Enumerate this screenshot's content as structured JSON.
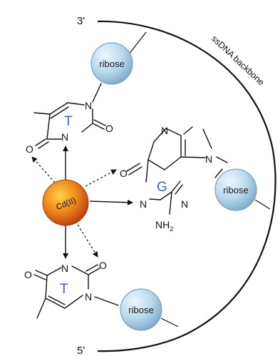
{
  "backbone": {
    "label": "ssDNA backbone",
    "end_top": "3'",
    "end_bottom": "5'"
  },
  "metal": {
    "label": "Cd(II)",
    "colors": {
      "center": "#ffd24a",
      "mid": "#f08a1c",
      "edge": "#b83a12"
    }
  },
  "ribose": {
    "label": "ribose",
    "color": "#b9d9ee"
  },
  "bases": {
    "top_thymine": {
      "letter": "T",
      "atoms": {
        "n1": "N",
        "n3": "N",
        "o2": "O",
        "o4": "O"
      }
    },
    "guanine": {
      "letter": "G",
      "atoms": {
        "n7": "N",
        "n9": "N",
        "n3": "N",
        "n1": "N",
        "o6": "O",
        "nh2": "NH",
        "nh2_sub": "2"
      }
    },
    "bottom_thymine": {
      "letter": "T",
      "atoms": {
        "n3": "N",
        "n1": "N",
        "o2": "O",
        "o4": "O"
      }
    }
  },
  "accent_color": "#3a5fc0"
}
